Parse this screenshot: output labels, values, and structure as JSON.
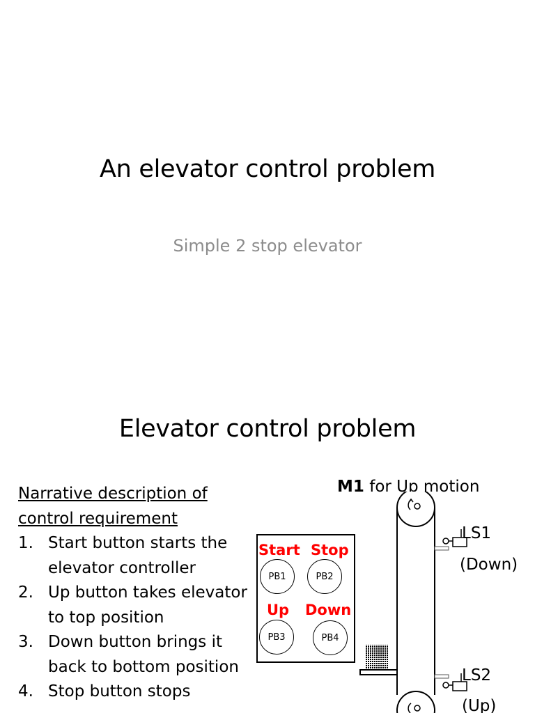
{
  "slide1": {
    "title": "An elevator control problem",
    "subtitle": "Simple 2 stop elevator"
  },
  "slide2": {
    "title": "Elevator control problem",
    "narrative": {
      "heading_line1": "Narrative  description of",
      "heading_line2": "control requirement",
      "steps": [
        {
          "num": "1.",
          "text": "Start button starts the elevator controller"
        },
        {
          "num": "2.",
          "text": "Up button takes elevator to top position"
        },
        {
          "num": "3.",
          "text": "Down button brings it back to bottom position"
        },
        {
          "num": "4.",
          "text": "Stop button stops"
        }
      ]
    },
    "motor": {
      "name": "M1",
      "caption": " for Up motion"
    },
    "panel": {
      "start_label": "Start",
      "stop_label": "Stop",
      "up_label": "Up",
      "down_label": "Down",
      "pb1": "PB1",
      "pb2": "PB2",
      "pb3": "PB3",
      "pb4": "PB4"
    },
    "limit_switches": {
      "ls1": "LS1",
      "ls1_note": "(Down)",
      "ls2": "LS2",
      "ls2_note": "(Up)"
    }
  }
}
